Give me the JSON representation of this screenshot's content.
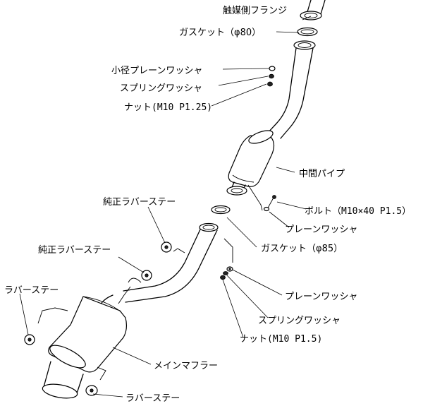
{
  "labels": {
    "cat_flange": "触媒側フランジ",
    "gasket_80": "ガスケット（φ80）",
    "small_washer": "小径プレーンワッシャ",
    "spring_washer_top": "スプリングワッシャ",
    "nut_m10_125": "ナット(M10 P1.25)",
    "center_pipe": "中間パイプ",
    "bolt": "ボルト（M10×40 P1.5）",
    "plain_washer_mid": "プレーンワッシャ",
    "rubber_stay_oem_1": "純正ラバーステー",
    "gasket_85": "ガスケット（φ85）",
    "rubber_stay_oem_2": "純正ラバーステー",
    "plain_washer_low": "プレーンワッシャ",
    "rubber_stay_left": "ラバーステー",
    "spring_washer_low": "スプリングワッシャ",
    "nut_m10_15": "ナット(M10 P1.5)",
    "main_muffler": "メインマフラー",
    "rubber_stay_bottom": "ラバーステー"
  }
}
